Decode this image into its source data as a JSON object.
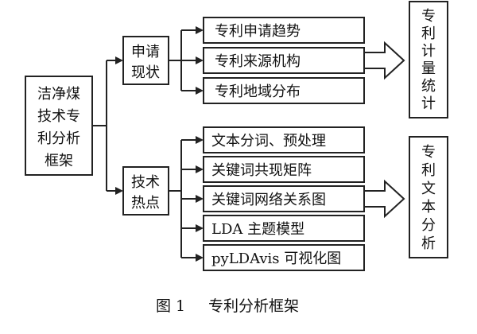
{
  "root": {
    "lines": [
      "洁净煤",
      "技术专",
      "利分析",
      "框架"
    ]
  },
  "branches": [
    {
      "lines": [
        "申请",
        "现状"
      ],
      "items": [
        "专利申请趋势",
        "专利来源机构",
        "专利地域分布"
      ],
      "output": [
        "专",
        "利",
        "计",
        "量",
        "统",
        "计"
      ]
    },
    {
      "lines": [
        "技术",
        "热点"
      ],
      "items": [
        "文本分词、预处理",
        "关键词共现矩阵",
        "关键词网络关系图",
        "LDA 主题模型",
        "pyLDAvis 可视化图"
      ],
      "output": [
        "专",
        "利",
        "文",
        "本",
        "分",
        "析"
      ]
    }
  ],
  "caption": {
    "number": "图 1",
    "title": "专利分析框架"
  }
}
